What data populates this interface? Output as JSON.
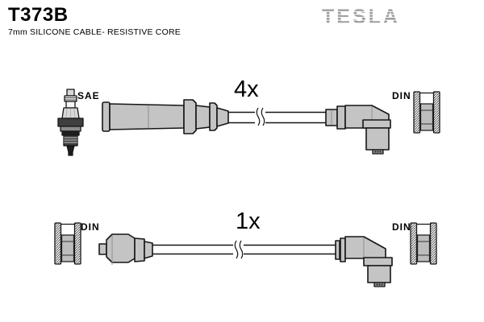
{
  "header": {
    "part_number": "T373B",
    "subtitle": "7mm SILICONE CABLE- RESISTIVE CORE",
    "brand": "TESLA"
  },
  "diagram": {
    "rows": [
      {
        "quantity_label": "4x",
        "left_terminal_label": "SAE",
        "right_terminal_label": "DIN",
        "left_boot_style": "straight",
        "right_boot_style": "angled-90"
      },
      {
        "quantity_label": "1x",
        "left_terminal_label": "DIN",
        "right_terminal_label": "DIN",
        "left_boot_style": "straight",
        "right_boot_style": "angled-90"
      }
    ],
    "icons": [
      "spark-plug-icon",
      "din-socket-icon",
      "cable-break-mark"
    ]
  },
  "colors": {
    "background": "#ffffff",
    "outline": "#161616",
    "boot_fill": "#c4c4c4",
    "brand_gray": "#9c9c9c",
    "text": "#000000"
  }
}
